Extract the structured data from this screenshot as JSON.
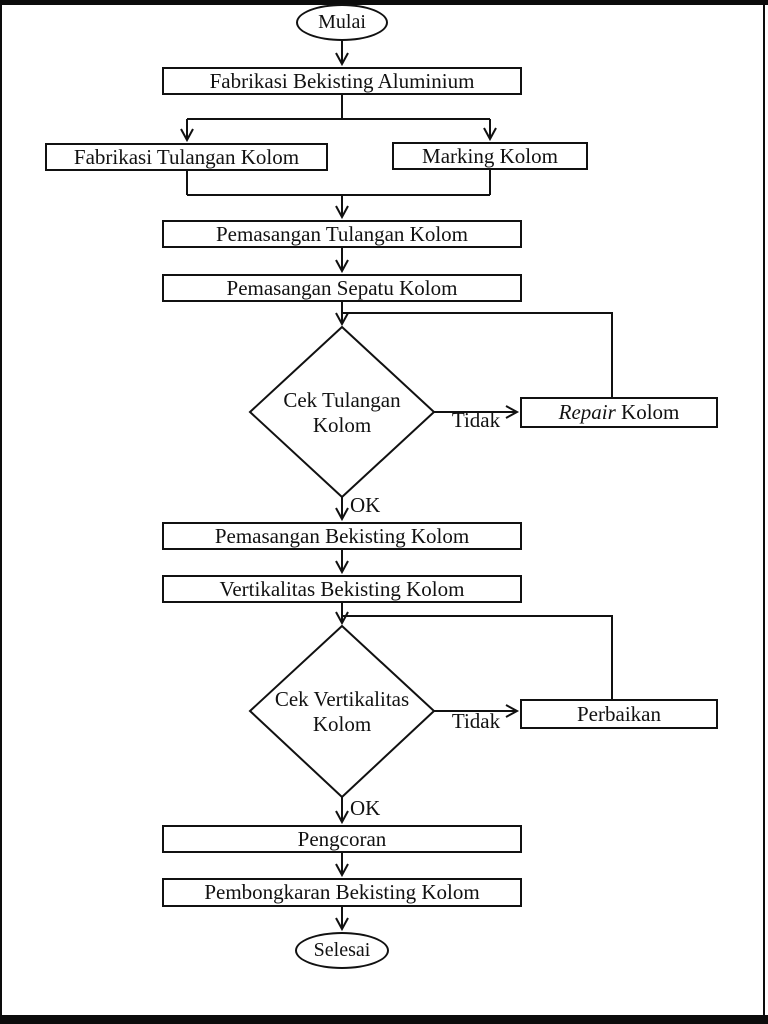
{
  "diagram": {
    "type": "flowchart",
    "line_color": "#111111",
    "background": "#ffffff"
  },
  "nodes": {
    "start": "Mulai",
    "p1": "Fabrikasi Bekisting Aluminium",
    "p2": "Fabrikasi Tulangan Kolom",
    "p3": "Marking Kolom",
    "p4": "Pemasangan Tulangan Kolom",
    "p5": "Pemasangan Sepatu Kolom",
    "d1": "Cek Tulangan\nKolom",
    "repair_italic": "Repair",
    "repair_rest": "Kolom",
    "p6": "Pemasangan Bekisting Kolom",
    "p7": "Vertikalitas Bekisting Kolom",
    "d2": "Cek Vertikalitas\nKolom",
    "perbaikan": "Perbaikan",
    "p8": "Pengcoran",
    "p9": "Pembongkaran Bekisting Kolom",
    "end": "Selesai"
  },
  "edge_labels": {
    "no1": "Tidak",
    "ok1": "OK",
    "no2": "Tidak",
    "ok2": "OK"
  }
}
